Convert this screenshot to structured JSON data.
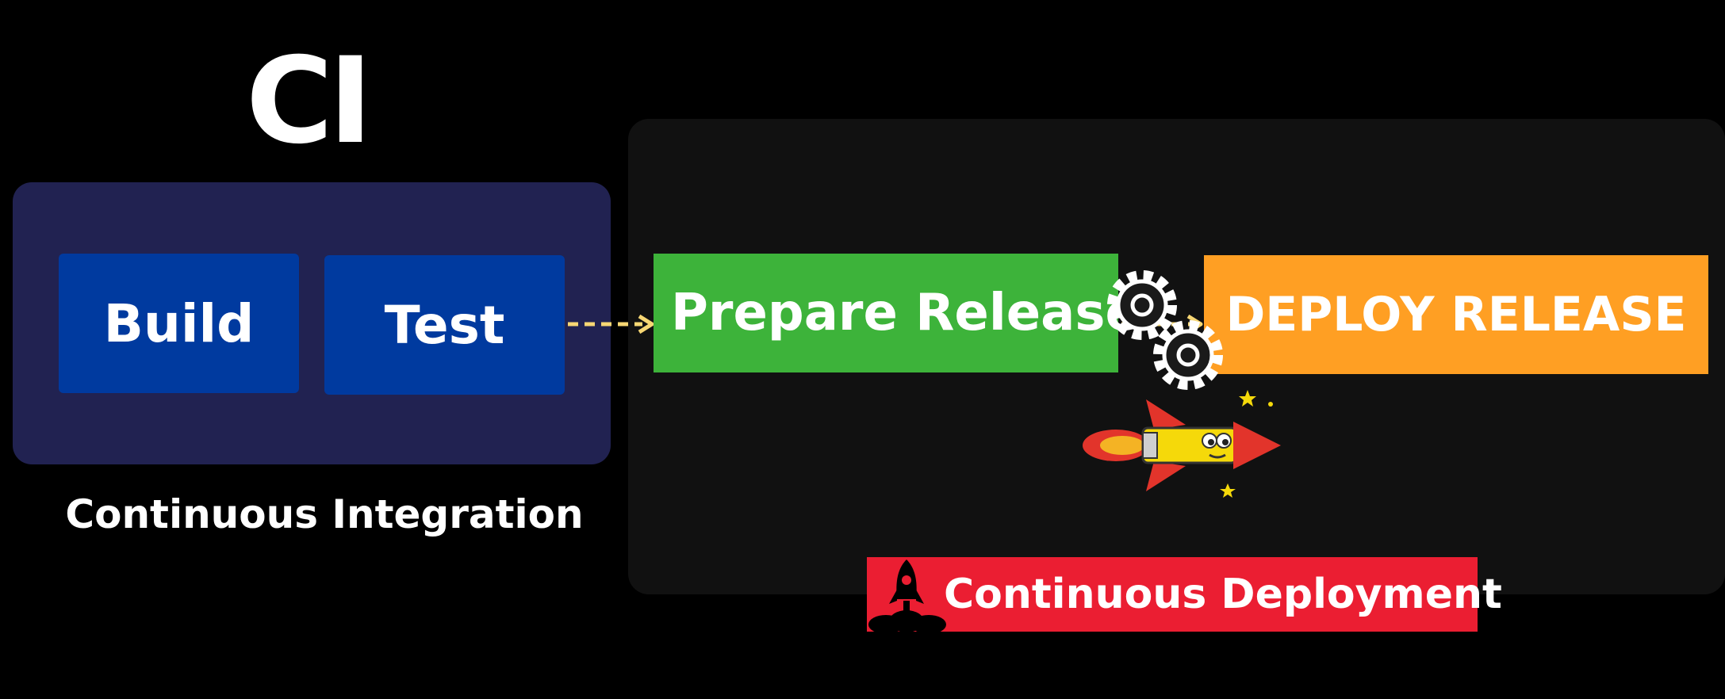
{
  "ci": {
    "title": "CI",
    "steps": [
      {
        "label": "Build"
      },
      {
        "label": "Test"
      }
    ],
    "caption": "Continuous Integration"
  },
  "cd": {
    "prepare_label": "Prepare Release",
    "deploy_label": "DEPLOY RELEASE",
    "badge_label": "Continuous Deployment"
  },
  "icons": {
    "arrows": "dashed-arrow-icon",
    "gears": "gears-icon",
    "rocket": "rocket-icon",
    "badge_icon": "rocket-launch-icon"
  },
  "colors": {
    "background": "#000000",
    "ci_panel": "#212251",
    "step_box": "#003a9f",
    "cd_panel": "#111111",
    "prepare": "#3db33a",
    "deploy": "#ff9f23",
    "badge": "#eb1e32",
    "arrow": "#f7d774"
  }
}
